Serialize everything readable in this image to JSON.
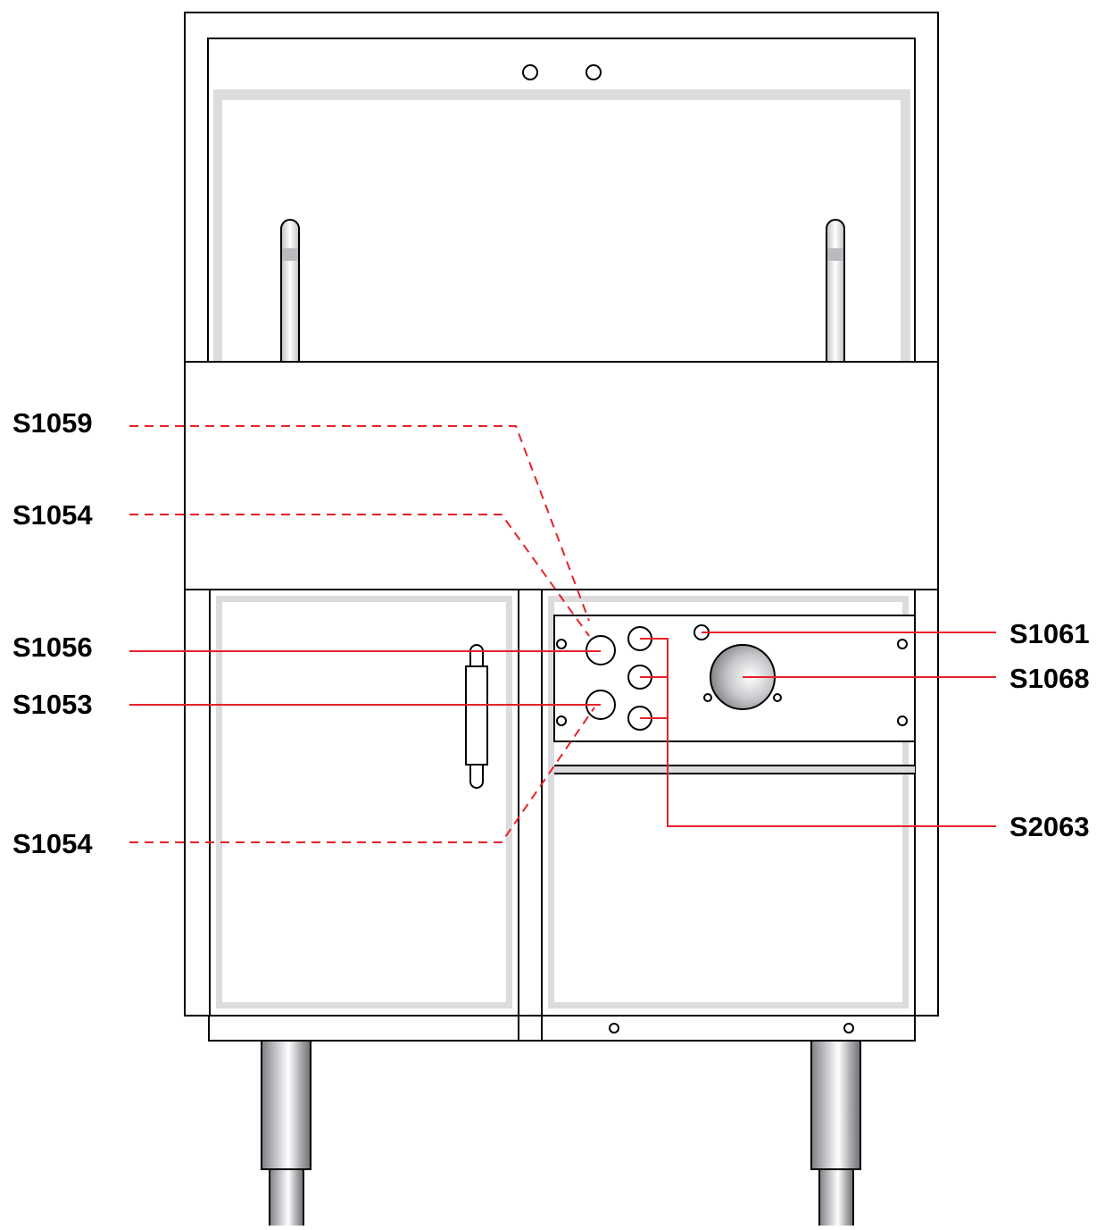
{
  "diagram": {
    "colors": {
      "line": "#000000",
      "callout": "#e8212b",
      "panel_trim": "#dcdcde",
      "background": "#ffffff"
    },
    "left_callouts": {
      "s1059": "S1059",
      "s1054_upper": "S1054",
      "s1056": "S1056",
      "s1053": "S1053",
      "s1054_lower": "S1054"
    },
    "right_callouts": {
      "s1061": "S1061",
      "s1068": "S1068",
      "s2063": "S2063"
    }
  }
}
